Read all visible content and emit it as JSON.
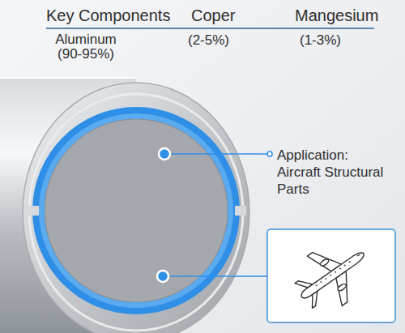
{
  "diagram": {
    "labels": [
      "Key Components",
      "Coper",
      "Mangesium",
      "Aluminum (90-95%)",
      "(2-5%)",
      "(1-3%)",
      "Application: Aircraft Structural Parts"
    ]
  }
}
